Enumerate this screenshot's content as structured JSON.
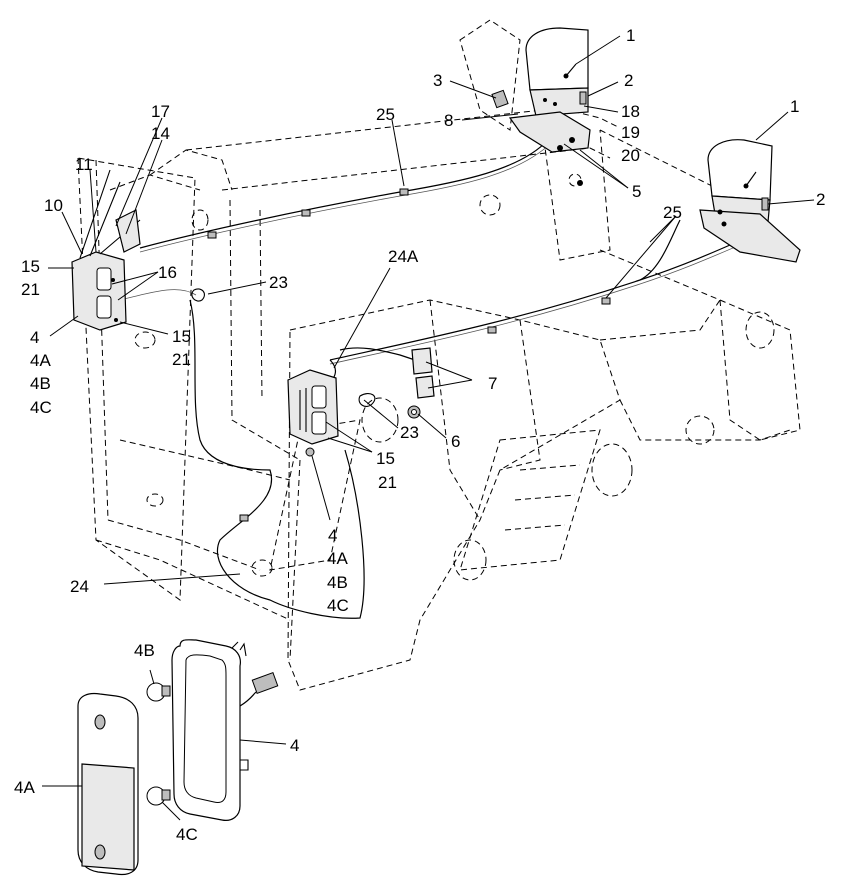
{
  "callouts": [
    "1",
    "2",
    "3",
    "8",
    "25",
    "18",
    "19",
    "20",
    "5",
    "1",
    "2",
    "17",
    "14",
    "11",
    "10",
    "15",
    "21",
    "16",
    "23",
    "4",
    "4A",
    "4B",
    "4C",
    "15",
    "21",
    "24A",
    "25",
    "7",
    "23",
    "6",
    "15",
    "21",
    "4",
    "4A",
    "4B",
    "4C",
    "24",
    "4B",
    "4",
    "4A",
    "4C"
  ],
  "icons": {
    "beacon": "rotating-beacon-icon",
    "tail_lamp": "tail-lamp-icon",
    "bulb": "bulb-icon",
    "connector": "connector-icon"
  }
}
